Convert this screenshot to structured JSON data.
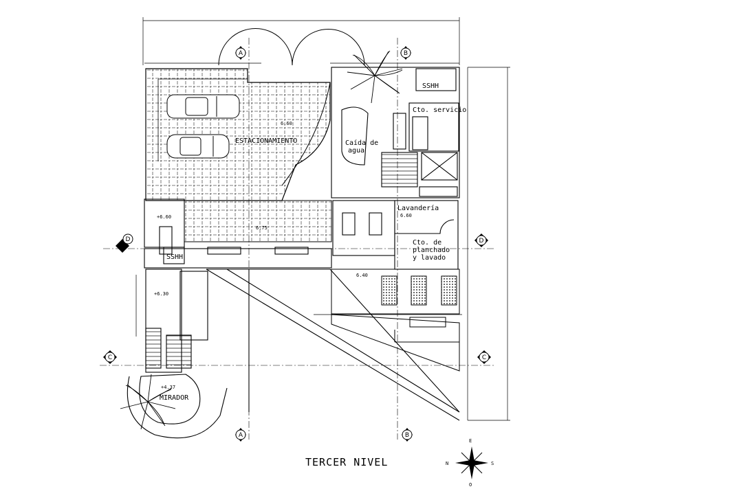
{
  "title": "TERCER NIVEL",
  "rooms": {
    "parking": "ESTACIONAMIENTO",
    "water_exit_line1": "Caída de",
    "water_exit_line2": "agua",
    "service_room": "Cto. servicio",
    "service_bath": "SSHH",
    "laundry": "Lavandería",
    "ironing_line1": "Cto. de",
    "ironing_line2": "planchado",
    "ironing_line3": "y lavado",
    "main_bath": "SSHH",
    "viewpoint": "MIRADOR"
  },
  "levels": {
    "parking": "6.60",
    "hall_left": "+6.60",
    "ramp": "6.75",
    "laundry": "6.60",
    "terrace": "6.40",
    "stair_left": "+6.30",
    "viewpoint": "+4.37"
  },
  "axes": {
    "a": "A",
    "b": "B",
    "c": "C",
    "d": "D"
  },
  "compass": {
    "n": "N",
    "s": "S",
    "e": "E",
    "o": "O"
  },
  "colors": {
    "line": "#000000",
    "hatch": "#555555",
    "background": "#ffffff"
  }
}
